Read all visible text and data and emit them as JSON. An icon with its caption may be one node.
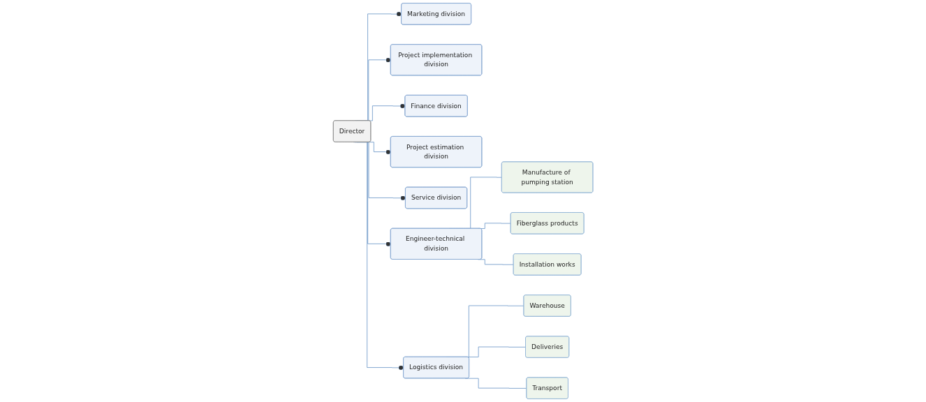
{
  "diagram": {
    "nodes": [
      {
        "text": [
          "Director"
        ]
      },
      {
        "text": [
          "Marketing division"
        ]
      },
      {
        "text": [
          "Project implementation division"
        ]
      },
      {
        "text": [
          "Finance division"
        ]
      },
      {
        "text": [
          "Project estimation division"
        ]
      },
      {
        "text": [
          "Service division"
        ]
      },
      {
        "text": [
          "Engineer-technical division"
        ]
      },
      {
        "text": [
          "Manufacture of pumping station"
        ]
      },
      {
        "text": [
          "Fiberglass products"
        ]
      },
      {
        "text": [
          "Installation works"
        ]
      },
      {
        "text": [
          "Logistics division"
        ]
      },
      {
        "text": [
          "Warehouse"
        ]
      },
      {
        "text": [
          "Deliveries"
        ]
      },
      {
        "text": [
          "Transport"
        ]
      }
    ],
    "edges": [
      {
        "from": 0,
        "to": 1,
        "arrow": "other"
      },
      {
        "from": 0,
        "to": 2,
        "arrow": "other"
      },
      {
        "from": 0,
        "to": 3,
        "arrow": "other"
      },
      {
        "from": 0,
        "to": 4,
        "arrow": "other"
      },
      {
        "from": 0,
        "to": 5,
        "arrow": "other"
      },
      {
        "from": 0,
        "to": 6,
        "arrow": "other"
      },
      {
        "from": 6,
        "to": 7,
        "arrow": "none"
      },
      {
        "from": 6,
        "to": 8,
        "arrow": "none"
      },
      {
        "from": 6,
        "to": 9,
        "arrow": "none"
      },
      {
        "from": 0,
        "to": 10,
        "arrow": "other"
      },
      {
        "from": 10,
        "to": 11,
        "arrow": "none"
      },
      {
        "from": 10,
        "to": 12,
        "arrow": "none"
      },
      {
        "from": 10,
        "to": 13,
        "arrow": "none"
      }
    ]
  }
}
